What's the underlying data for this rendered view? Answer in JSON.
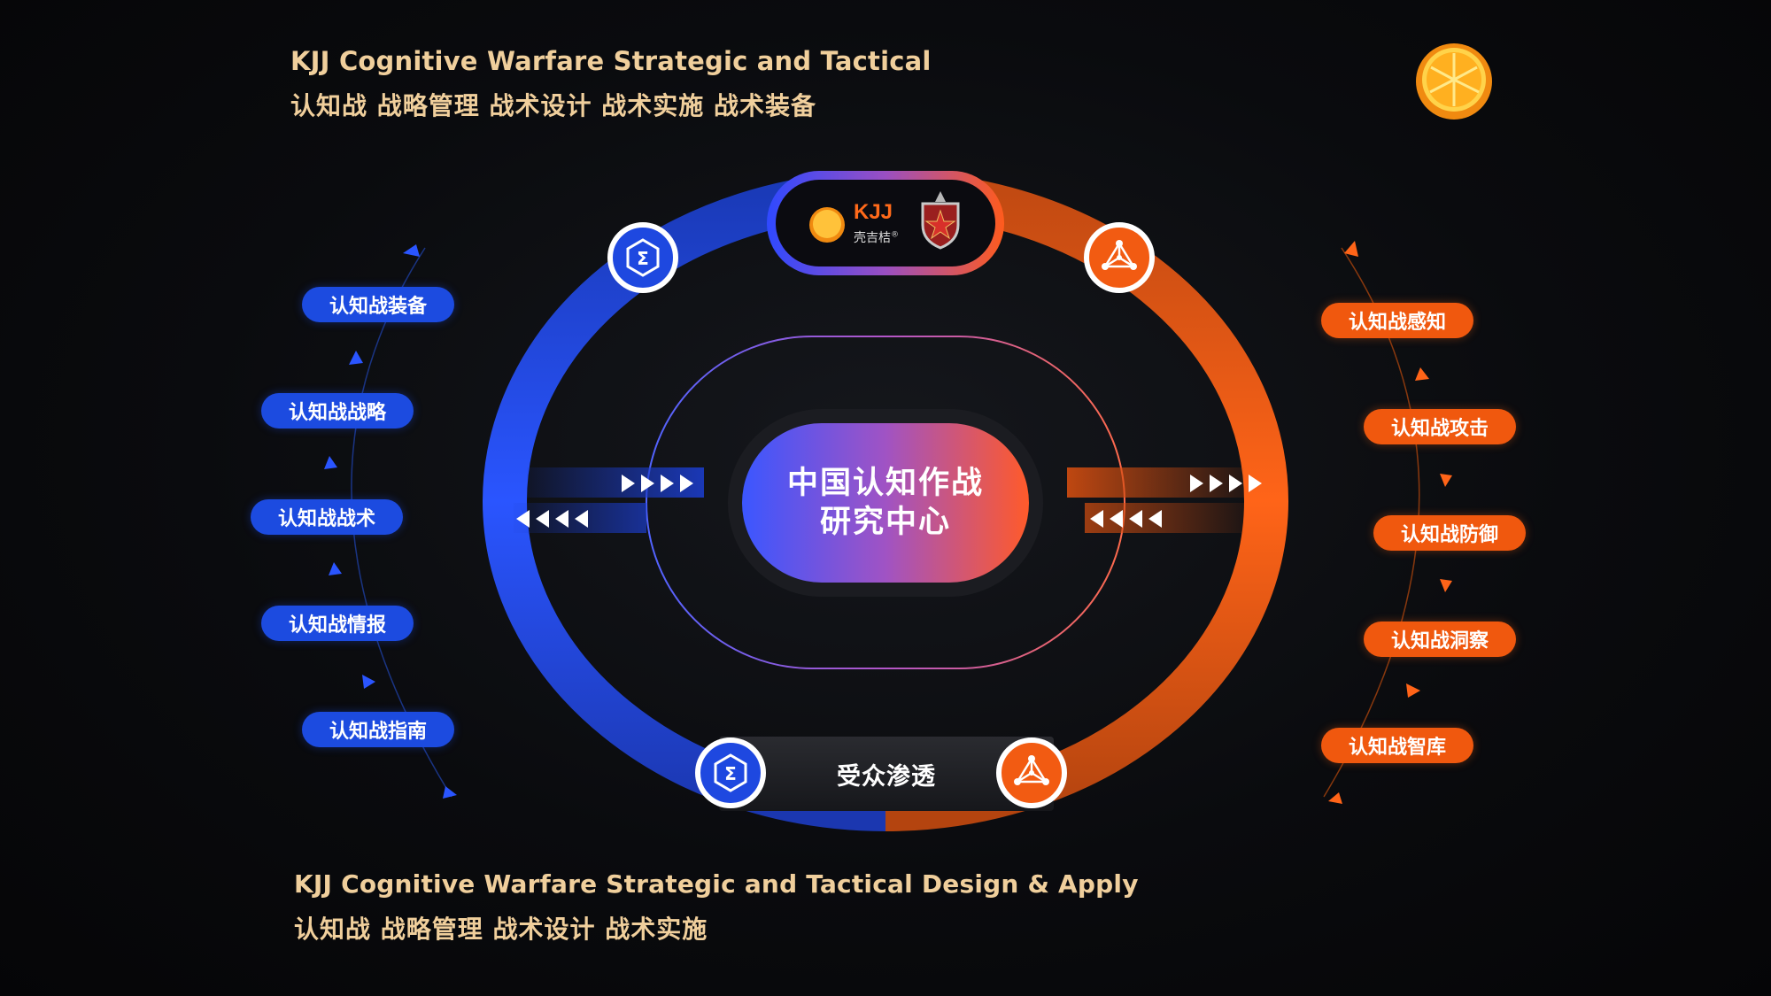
{
  "header": {
    "title_en": "KJJ Cognitive Warfare Strategic and Tactical",
    "title_cn": "认知战 战略管理 战术设计 战术实施 战术装备"
  },
  "footer": {
    "title_en": "KJJ Cognitive Warfare Strategic and Tactical Design & Apply",
    "title_cn": "认知战 战略管理 战术设计 战术实施"
  },
  "logo": {
    "brand": "KJJ",
    "brand_cn": "壳吉桔",
    "registered": "®"
  },
  "center": {
    "line1": "中国认知作战",
    "line2": "研究中心"
  },
  "bottom_bar": {
    "label": "受众渗透"
  },
  "left_items": [
    "认知战装备",
    "认知战战略",
    "认知战战术",
    "认知战情报",
    "认知战指南"
  ],
  "right_items": [
    "认知战感知",
    "认知战攻击",
    "认知战防御",
    "认知战洞察",
    "认知战智库"
  ],
  "colors": {
    "blue": "#1c4be0",
    "orange": "#f0580e",
    "accent_text": "#f0cf9c"
  },
  "icons": {
    "blue_badge": "sigma-hexagon-icon",
    "orange_badge": "network-nodes-icon",
    "decor": "orange-slice-icon",
    "emblem": "shield-emblem-icon"
  }
}
